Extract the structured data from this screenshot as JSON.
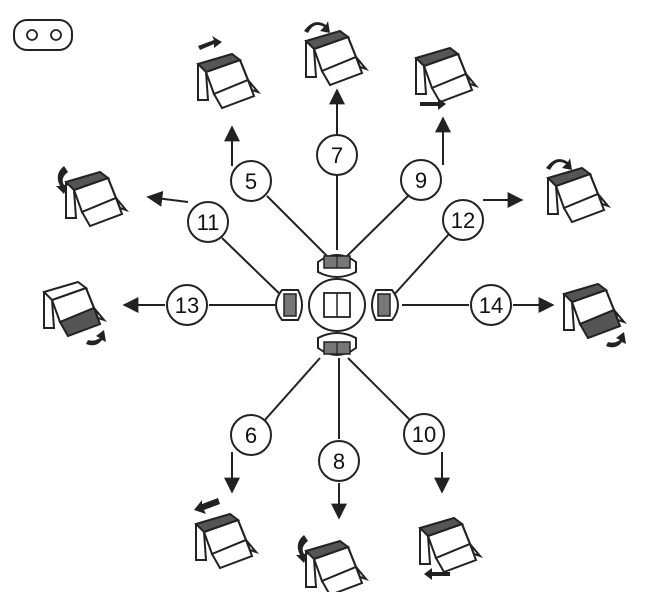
{
  "colors": {
    "stroke": "#222222",
    "shade": "#555555",
    "light": "#ffffff"
  },
  "callouts": [
    {
      "id": "5",
      "label": "5",
      "seat_part": "seat-back",
      "motion": "slide-right"
    },
    {
      "id": "7",
      "label": "7",
      "seat_part": "seat-back",
      "motion": "tilt-clockwise"
    },
    {
      "id": "9",
      "label": "9",
      "seat_part": "seat-back",
      "motion": "slide-right"
    },
    {
      "id": "11",
      "label": "11",
      "seat_part": "seat-back",
      "motion": "tilt-counterclockwise"
    },
    {
      "id": "12",
      "label": "12",
      "seat_part": "seat-back",
      "motion": "tilt-clockwise"
    },
    {
      "id": "13",
      "label": "13",
      "seat_part": "seat-cushion",
      "motion": "tilt-down"
    },
    {
      "id": "14",
      "label": "14",
      "seat_part": "seat-cushion",
      "motion": "tilt-down"
    },
    {
      "id": "6",
      "label": "6",
      "seat_part": "seat-back",
      "motion": "slide-left"
    },
    {
      "id": "8",
      "label": "8",
      "seat_part": "seat-back",
      "motion": "tilt-counterclockwise"
    },
    {
      "id": "10",
      "label": "10",
      "seat_part": "seat-back",
      "motion": "slide-left"
    }
  ],
  "icons": {
    "corner": "two-dot-switch-icon",
    "center": "multi-way-seat-switch-icon"
  }
}
